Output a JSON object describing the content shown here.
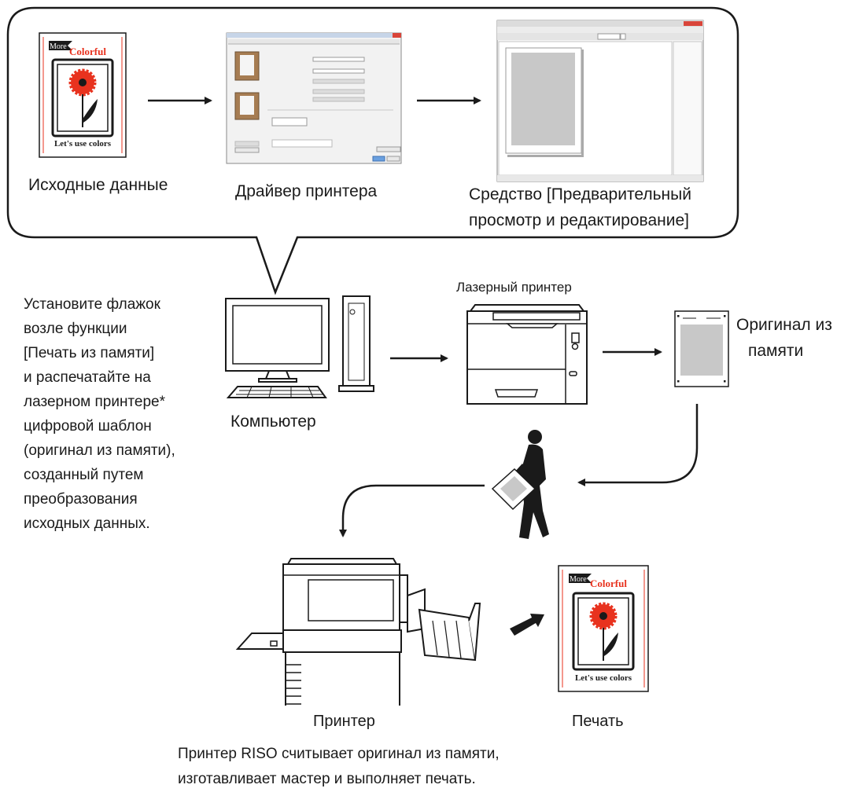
{
  "bubble": {
    "source_label": "Исходные данные",
    "driver_label": "Драйвер принтера",
    "preview_label_line1": "Средство [Предварительный",
    "preview_label_line2": "просмотр и редактирование]"
  },
  "poster": {
    "more_text": "More",
    "colorful_text": "Colorful",
    "slogan": "Let's use colors"
  },
  "computer_label": "Компьютер",
  "laser_printer_label": "Лазерный принтер",
  "memory_original_line1": "Оригинал из",
  "memory_original_line2": "памяти",
  "instructions": [
    "Установите флажок",
    "возле функции",
    "[Печать из памяти]",
    "и распечатайте на",
    "лазерном принтере*",
    "цифровой шаблон",
    "(оригинал из памяти),",
    "созданный путем",
    "преобразования",
    "исходных данных."
  ],
  "riso_printer_label": "Принтер",
  "print_label": "Печать",
  "caption_line1": "Принтер RISO считывает оригинал из памяти,",
  "caption_line2": "изготавливает мастер и выполняет печать.",
  "colors": {
    "accent_red": "#e8321e",
    "line": "#1a1a1a",
    "gray_fill": "#c8c8c8"
  }
}
